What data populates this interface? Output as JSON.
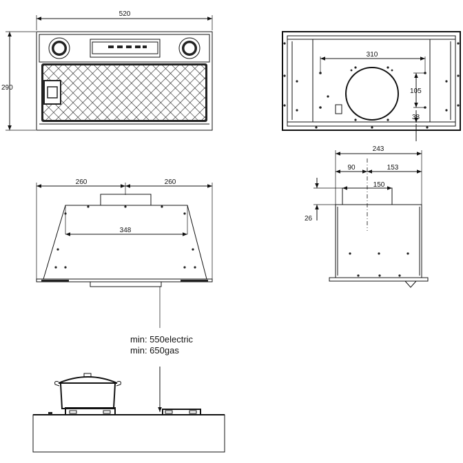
{
  "front_view": {
    "width_label": "520",
    "height_label": "290"
  },
  "top_view": {
    "spacing_label": "310",
    "depth_label": "105",
    "offset_label": "38"
  },
  "side_view": {
    "left_label": "260",
    "right_label": "260",
    "inner_label": "348"
  },
  "end_view": {
    "total_label": "243",
    "left_label": "90",
    "right_label": "153",
    "duct_label": "150",
    "collar_label": "26"
  },
  "installation": {
    "line1": "min: 550electric",
    "line2": "min: 650gas"
  }
}
